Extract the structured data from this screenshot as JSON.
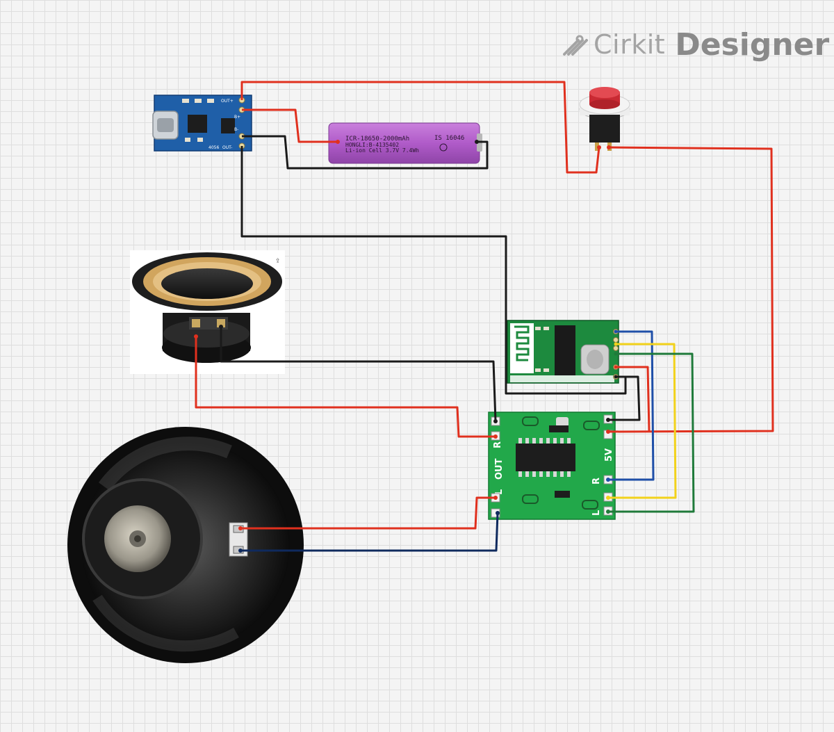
{
  "app": {
    "brand_prefix": "Cirkit",
    "brand_suffix": "Designer",
    "logo_icon": "cirkit-logo-icon"
  },
  "components": {
    "charger": {
      "pin_out_plus": "OUT+",
      "pin_b_plus": "B+",
      "pin_b_minus": "B-",
      "chip_label": "4056",
      "pin_out_minus": "OUT-"
    },
    "battery": {
      "line1": "ICR-18650-2000mAh",
      "line2": "HONGLI:B-4135402",
      "line3": "Li-ion Cell 3.7V 7.4Wh",
      "code": "IS 16046"
    },
    "amplifier": {
      "out_r": "R",
      "out_label": "OUT",
      "out_l": "L",
      "supply": "5V",
      "in_r": "R",
      "in_l": "L"
    }
  },
  "colors": {
    "wire_red": "#e0301e",
    "wire_black": "#1a1a1a",
    "wire_blue": "#1f4fa8",
    "wire_yellow": "#f2d21b",
    "wire_green": "#1f7a3a",
    "wire_navy": "#0f2a5e",
    "pcb_blue": "#1f5fa8",
    "pcb_green": "#1d8a3e",
    "battery_purple": "#b05bc9",
    "button_red": "#d9303a"
  }
}
